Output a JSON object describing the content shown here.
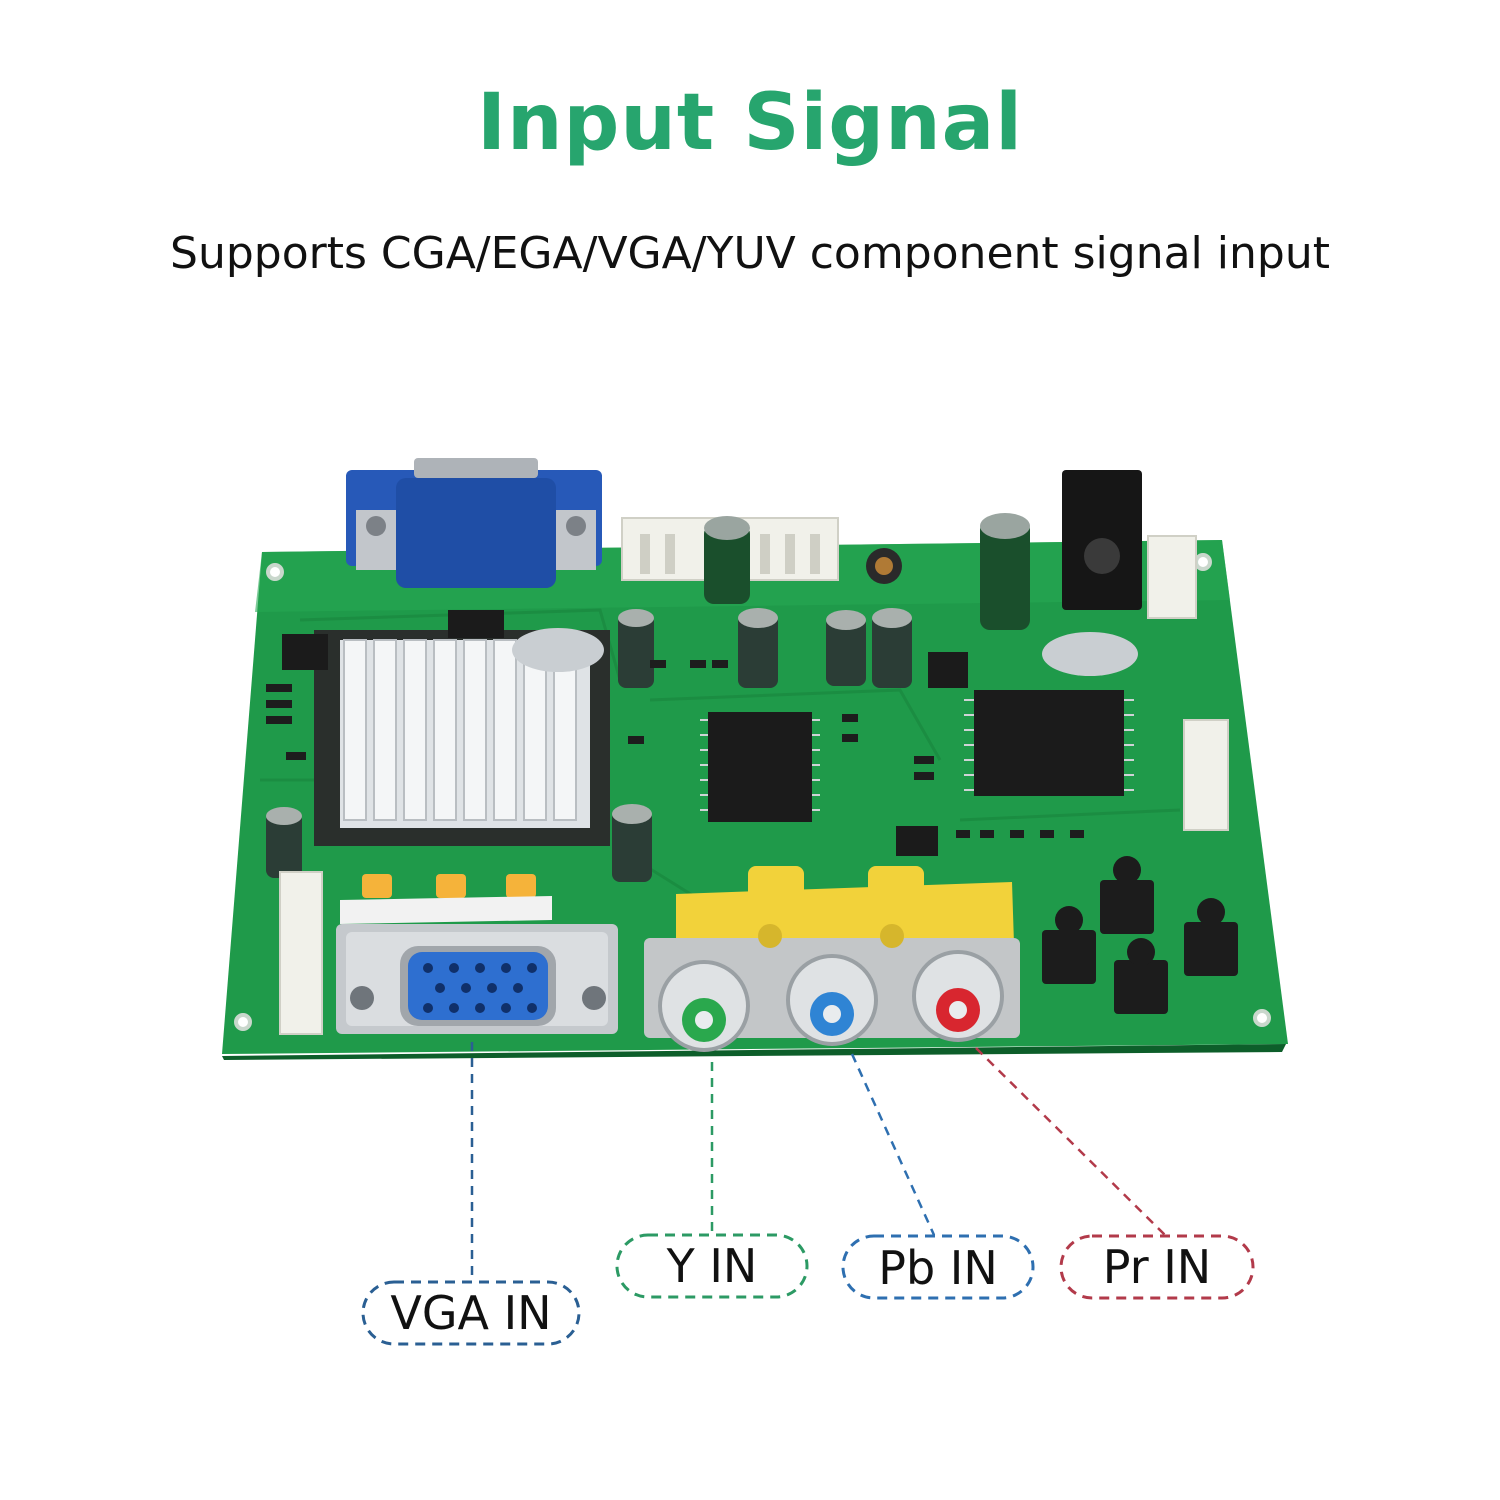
{
  "heading": {
    "title": "Input Signal",
    "subtitle": "Supports CGA/EGA/VGA/YUV component signal input"
  },
  "labels": {
    "vga": "VGA IN",
    "y": "Y IN",
    "pb": "Pb IN",
    "pr": "Pr IN"
  },
  "colors": {
    "title": "#27a56e",
    "pcb": "#1f9a4a",
    "vga_line": "#2a5f93",
    "y_line": "#2c9a64",
    "pb_line": "#2e6fb0",
    "pr_line": "#b23a4a"
  }
}
